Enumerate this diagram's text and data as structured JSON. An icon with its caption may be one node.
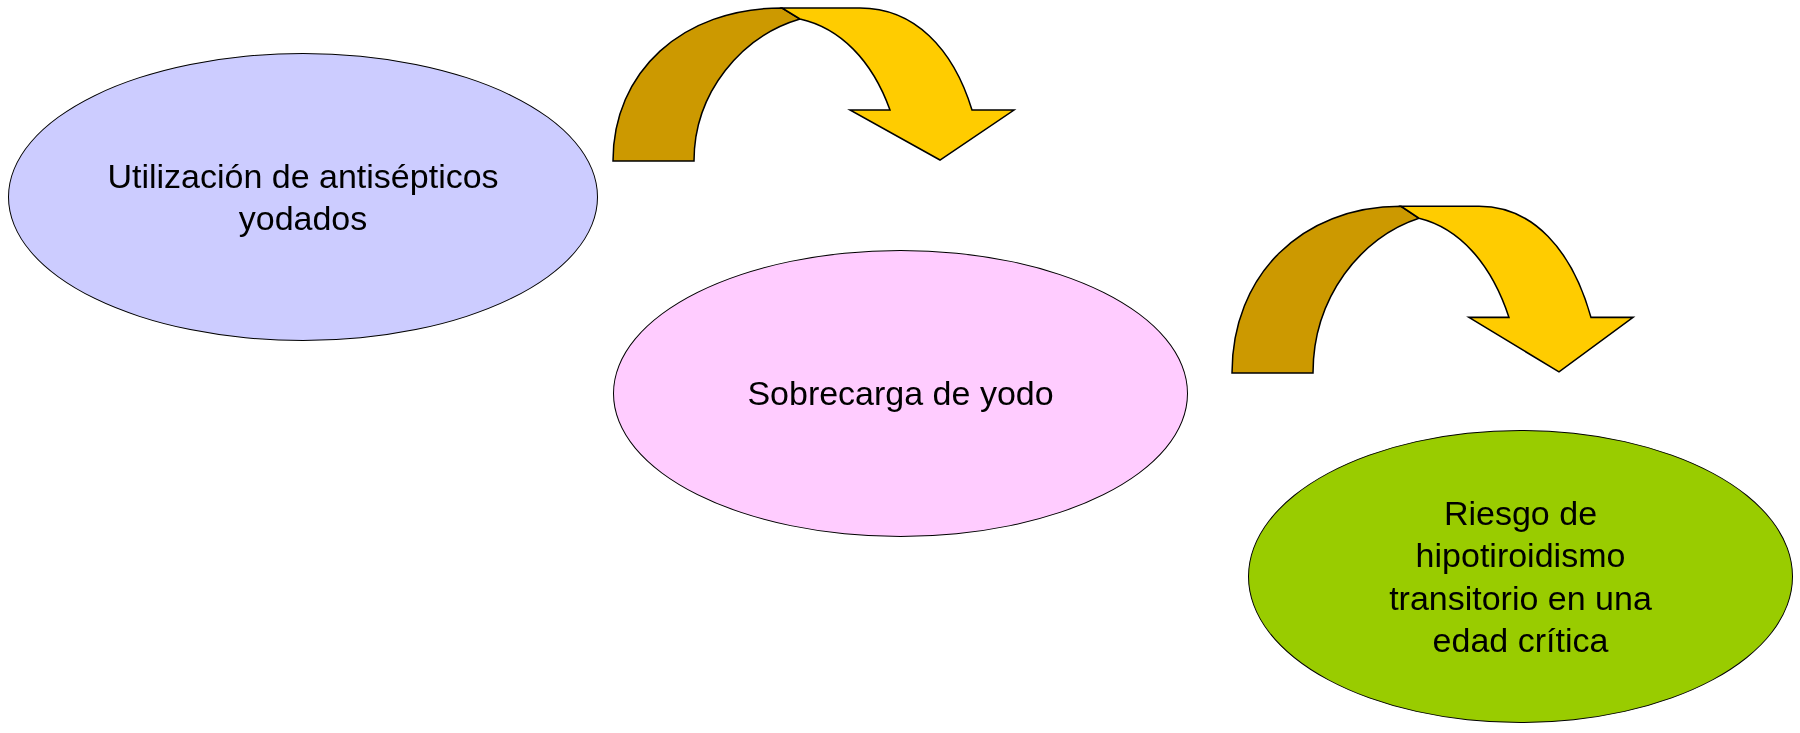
{
  "diagram": {
    "nodes": [
      {
        "text": [
          "Utilización de antisépticos yodados"
        ]
      },
      {
        "text": [
          "Sobrecarga de yodo"
        ]
      },
      {
        "text": [
          "Riesgo de hipotiroidismo transitorio en una edad crítica"
        ]
      }
    ],
    "edges": [
      {
        "from": 0,
        "to": 1,
        "arrow": "to"
      },
      {
        "from": 1,
        "to": 2,
        "arrow": "to"
      }
    ]
  }
}
